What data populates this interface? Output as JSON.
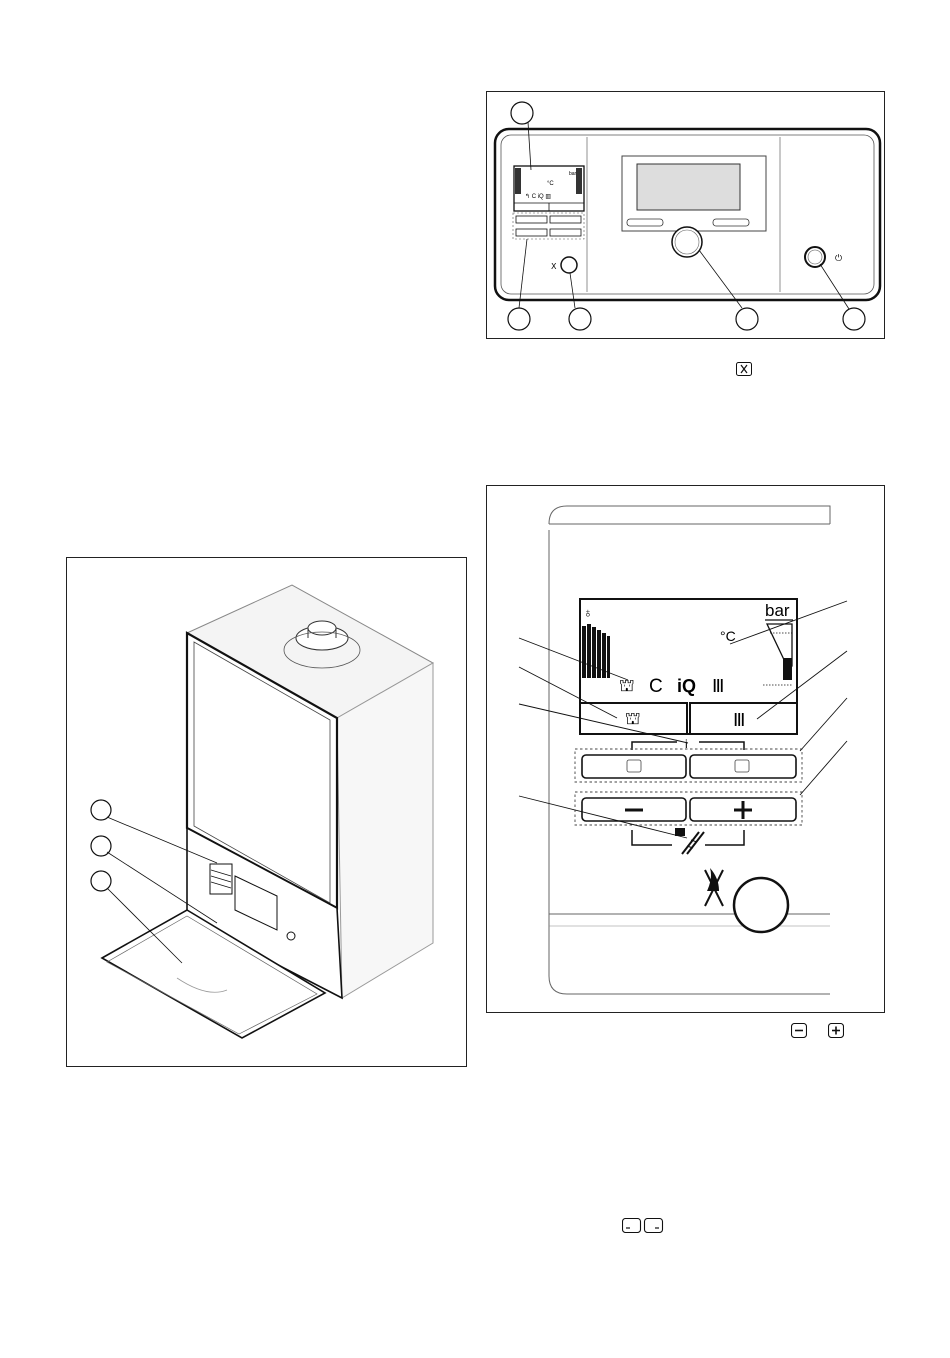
{
  "figure_top": {
    "display_units": {
      "temperature": "°C",
      "pressure": "bar"
    }
  },
  "figure_display": {
    "pressure_unit": "bar",
    "temperature_unit": "°C"
  },
  "icons": {
    "temperature_unit": "thermometer-degree-icon",
    "hot_water": "tap-icon",
    "heating": "radiator-icon",
    "power": "power-icon",
    "reset": "reset-flame-icon",
    "chimney_sweep": "chimney-sweep-icon",
    "minus": "minus-icon",
    "plus": "plus-icon",
    "softkeys": "softkey-pair-icon"
  }
}
